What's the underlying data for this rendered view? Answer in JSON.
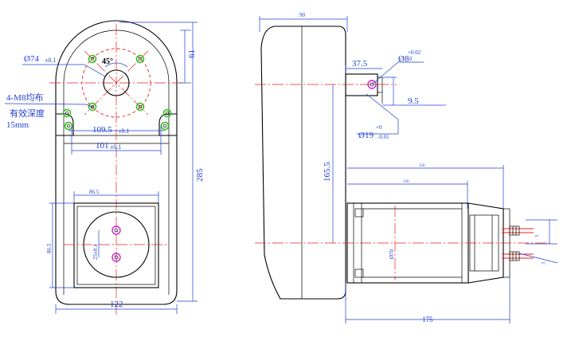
{
  "colors": {
    "outline": "#000000",
    "dimension": "#1f3fd0",
    "centerline": "#e8201c",
    "mounting_hole": "#2fc21c",
    "shaft_hole": "#d020d0"
  },
  "front_view": {
    "bolt_circle_dia": "Ø74",
    "bolt_circle_tol": "±0.1",
    "angle": "45°",
    "top_height": "61",
    "hole_note_1": "4-M8均布",
    "hole_note_2": "有效深度",
    "hole_note_3": "15mm",
    "hole_spacing": "109.5",
    "hole_spacing_tol": "±0.1",
    "foot_spacing": "101",
    "foot_spacing_tol": "±0.1",
    "total_height": "285",
    "window_width": "86.5",
    "window_height": "86.5",
    "shaft_spacing": "25±0.1",
    "total_width": "122"
  },
  "side_view": {
    "top_width": "90",
    "shaft_offset": "37.5",
    "pin_dia": "Ø8",
    "pin_tol_upper": "+0.02",
    "pin_tol_lower": "0",
    "pin_height": "9.5",
    "shaft_dia": "Ø19",
    "shaft_tol_upper": "+0",
    "shaft_tol_lower": "-0.01",
    "center_height": "165.5",
    "motor_len_1": "156",
    "motor_len_2": "126",
    "motor_dia": "Ø70",
    "total_length": "175",
    "cable_1": "3",
    "cable_2": "3"
  }
}
